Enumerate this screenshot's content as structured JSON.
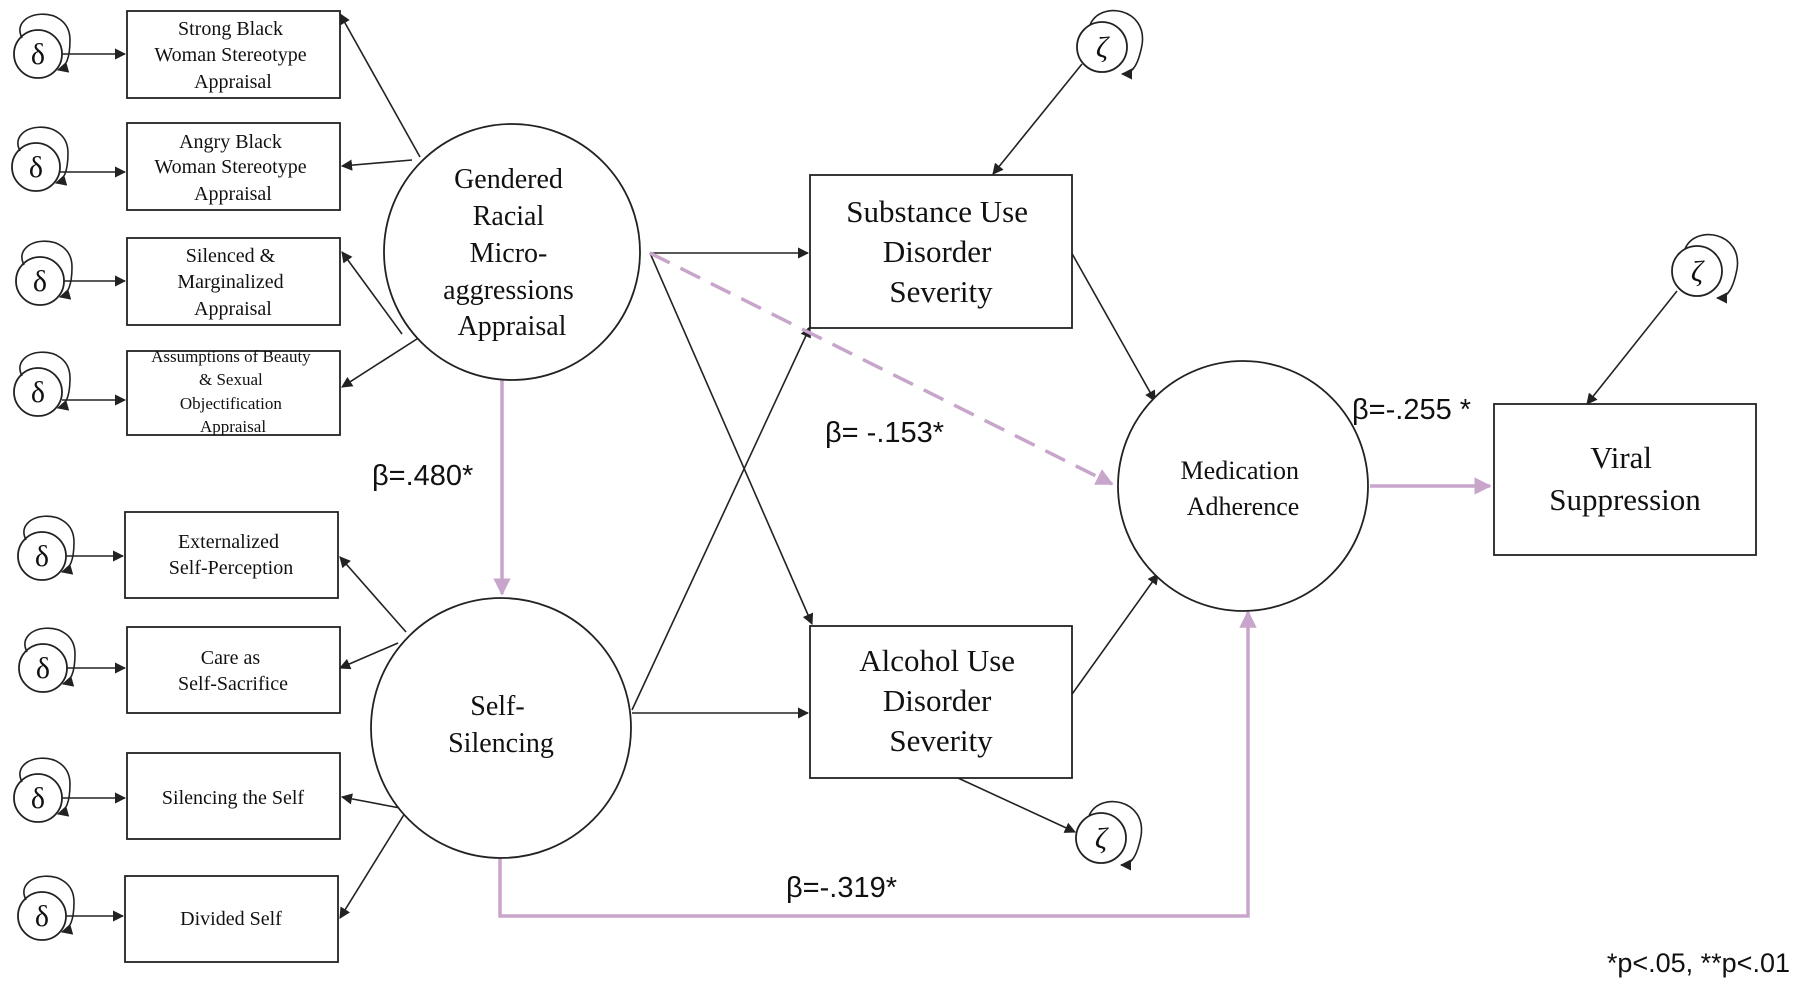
{
  "indicators": [
    {
      "id": "strong",
      "lines": [
        "Strong Black",
        "Woman Stereotype",
        "Appraisal"
      ]
    },
    {
      "id": "angry",
      "lines": [
        "Angry Black",
        "Woman Stereotype",
        "Appraisal"
      ]
    },
    {
      "id": "silenced",
      "lines": [
        "Silenced &",
        "Marginalized",
        "Appraisal"
      ]
    },
    {
      "id": "beauty",
      "lines": [
        "Assumptions of Beauty",
        "& Sexual",
        "Objectification",
        "Appraisal"
      ]
    },
    {
      "id": "externalized",
      "lines": [
        "Externalized",
        "Self-Perception"
      ]
    },
    {
      "id": "care",
      "lines": [
        "Care as",
        "Self-Sacrifice"
      ]
    },
    {
      "id": "silencing",
      "lines": [
        "Silencing the Self"
      ]
    },
    {
      "id": "divided",
      "lines": [
        "Divided Self"
      ]
    }
  ],
  "latents": {
    "grma": [
      "Gendered",
      "Racial",
      "Micro-",
      "aggressions",
      "Appraisal"
    ],
    "self_silencing": [
      "Self-",
      "Silencing"
    ],
    "medication": [
      "Medication",
      "Adherence"
    ]
  },
  "outcomes": {
    "sud": [
      "Substance Use",
      "Disorder",
      "Severity"
    ],
    "aud": [
      "Alcohol Use",
      "Disorder",
      "Severity"
    ],
    "viral": [
      "Viral",
      "Suppression"
    ]
  },
  "error_symbols": {
    "delta": "δ",
    "zeta": "ζ"
  },
  "path_labels": {
    "b480": "β=.480*",
    "b153": "β= -.153*",
    "b255": "β=-.255 *",
    "b319": "β=-.319*"
  },
  "footnote": "*p<.05, **p<.01",
  "colors": {
    "significant_path": "#c8a6cc",
    "line": "#222222"
  }
}
